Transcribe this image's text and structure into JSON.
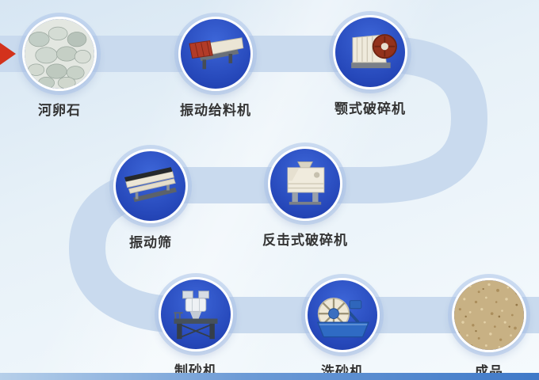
{
  "diagram": {
    "stations": [
      {
        "label": "河卵石",
        "icon": "river-pebbles"
      },
      {
        "label": "振动给料机",
        "icon": "vibrating-feeder"
      },
      {
        "label": "颚式破碎机",
        "icon": "jaw-crusher"
      },
      {
        "label": "振动筛",
        "icon": "vibrating-screen"
      },
      {
        "label": "反击式破碎机",
        "icon": "impact-crusher"
      },
      {
        "label": "制砂机",
        "icon": "sand-making-machine"
      },
      {
        "label": "洗砂机",
        "icon": "sand-washer"
      },
      {
        "label": "成品",
        "icon": "finished-product"
      }
    ],
    "colors": {
      "circle_fill": "#2648ba",
      "flow_path": "#c9daee",
      "arrow_red": "#d3321c",
      "label_text": "#333333",
      "background_top": "#d7e6f3"
    }
  }
}
